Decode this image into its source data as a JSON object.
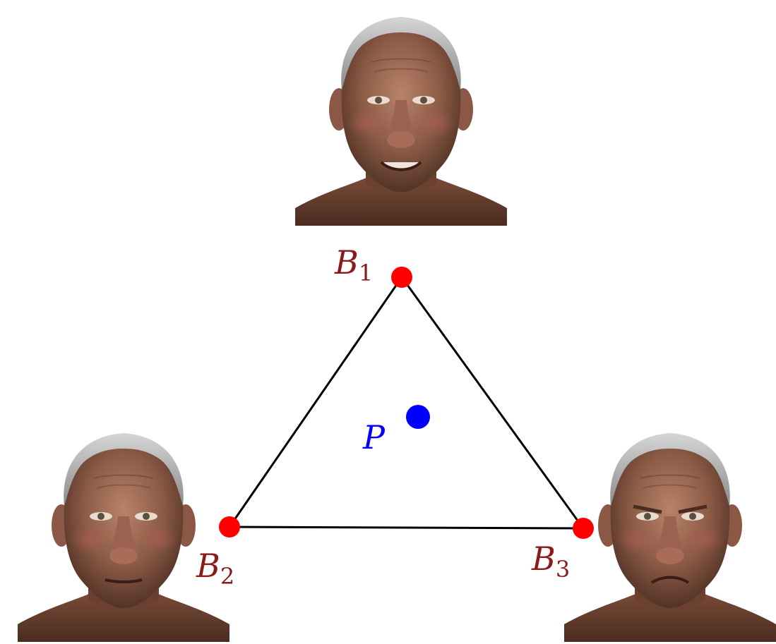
{
  "diagram": {
    "vertices": [
      {
        "id": "B1",
        "letter": "B",
        "subscript": "1"
      },
      {
        "id": "B2",
        "letter": "B",
        "subscript": "2"
      },
      {
        "id": "B3",
        "letter": "B",
        "subscript": "3"
      }
    ],
    "point": {
      "letter": "P"
    },
    "colors": {
      "vertex_dot": "#ff0000",
      "vertex_label": "#8b1a1a",
      "point_dot": "#0000ff",
      "point_label": "#0000ff",
      "edges": "#000000"
    },
    "faces": [
      {
        "id": "top",
        "expression": "smiling"
      },
      {
        "id": "bottom-left",
        "expression": "neutral"
      },
      {
        "id": "bottom-right",
        "expression": "frowning"
      }
    ]
  }
}
